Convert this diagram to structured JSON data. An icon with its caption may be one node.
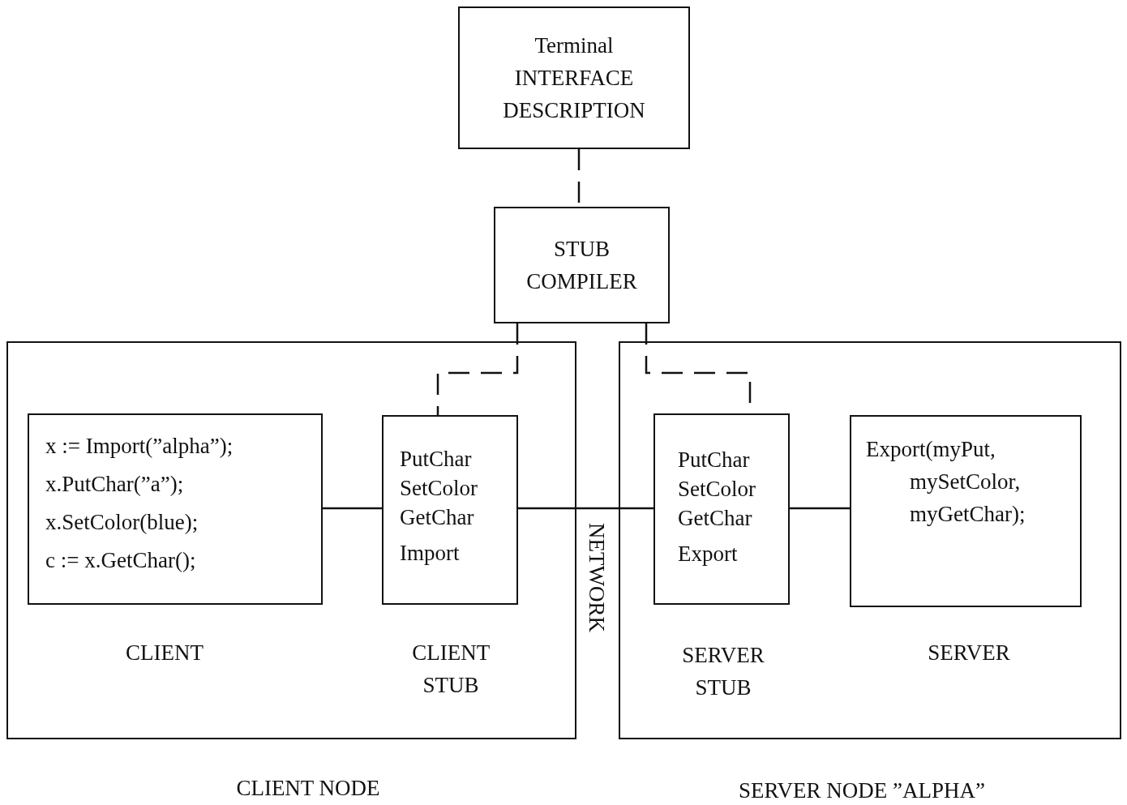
{
  "diagram": {
    "nodes": [
      {
        "text": [
          "Terminal INTERFACE DESCRIPTION"
        ]
      },
      {
        "text": [
          "STUB COMPILER"
        ]
      },
      {
        "text": [
          "CLIENT NODE"
        ]
      },
      {
        "text": [
          "x := Import(”alpha”);",
          "x.PutChar(”a”);",
          "x.SetColor(blue);",
          "c := x.GetChar();"
        ],
        "in": 2,
        "beside": [
          "CLIENT"
        ]
      },
      {
        "text": [
          "PutChar",
          "SetColor",
          "GetChar",
          "Import"
        ],
        "in": 2,
        "beside": [
          "CLIENT STUB"
        ]
      },
      {
        "text": [
          "SERVER NODE ”ALPHA”"
        ]
      },
      {
        "text": [
          "PutChar",
          "SetColor",
          "GetChar",
          "Export"
        ],
        "in": 5,
        "beside": [
          "SERVER STUB"
        ]
      },
      {
        "text": [
          "Export(myPut, mySetColor, myGetChar);"
        ],
        "in": 5,
        "beside": [
          "SERVER"
        ]
      }
    ],
    "edges": [
      {
        "from": 0,
        "to": 1,
        "arrow": "none",
        "style": "dashed"
      },
      {
        "from": 1,
        "to": 4,
        "arrow": "none",
        "style": "dashed"
      },
      {
        "from": 1,
        "to": 6,
        "arrow": "none",
        "style": "dashed"
      },
      {
        "from": 3,
        "to": 4,
        "arrow": "none"
      },
      {
        "from": 4,
        "to": 6,
        "arrow": "none"
      },
      {
        "from": 6,
        "to": 7,
        "arrow": "none"
      }
    ],
    "labels": [
      "NETWORK"
    ]
  }
}
